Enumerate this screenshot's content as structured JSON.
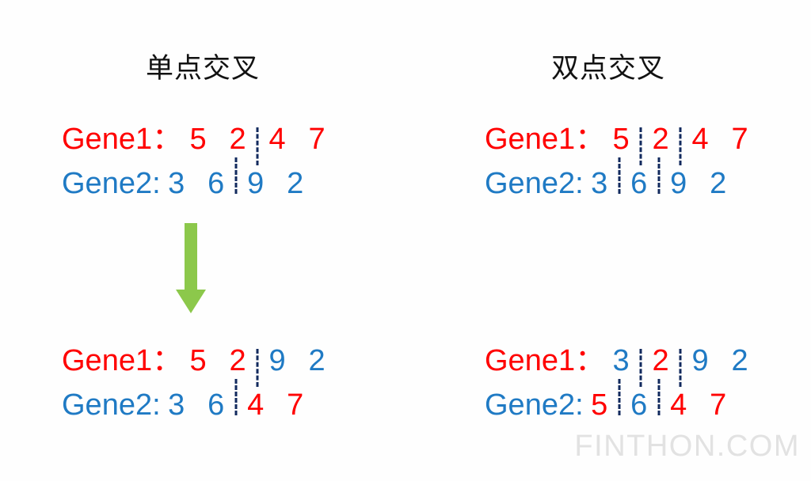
{
  "figure": {
    "background_color": "#fefefe",
    "colors": {
      "red": "#ff0000",
      "blue": "#1f7ac4",
      "arrow_green": "#8cc84b",
      "cut_line": "#122a5e",
      "title": "#121212",
      "watermark": "#e2e2e2"
    },
    "watermark": "FINTHON.COM"
  },
  "panels": [
    {
      "id": "single-point-crossover",
      "title": "单点交叉",
      "arrow_icon": "down-arrow-icon",
      "parents": {
        "rows": [
          {
            "label": "Gene1：",
            "label_color": "red",
            "cells": [
              {
                "value": "5",
                "color": "red"
              },
              {
                "value": "2",
                "color": "red"
              },
              {
                "value": "4",
                "color": "red"
              },
              {
                "value": "7",
                "color": "red"
              }
            ],
            "cut_after": [
              2
            ]
          },
          {
            "label": "Gene2:",
            "label_color": "blue",
            "cells": [
              {
                "value": "3",
                "color": "blue"
              },
              {
                "value": "6",
                "color": "blue"
              },
              {
                "value": "9",
                "color": "blue"
              },
              {
                "value": "2",
                "color": "blue"
              }
            ],
            "cut_after": [
              2
            ]
          }
        ]
      },
      "offspring": {
        "rows": [
          {
            "label": "Gene1：",
            "label_color": "red",
            "cells": [
              {
                "value": "5",
                "color": "red"
              },
              {
                "value": "2",
                "color": "red"
              },
              {
                "value": "9",
                "color": "blue"
              },
              {
                "value": "2",
                "color": "blue"
              }
            ],
            "cut_after": [
              2
            ]
          },
          {
            "label": "Gene2:",
            "label_color": "blue",
            "cells": [
              {
                "value": "3",
                "color": "blue"
              },
              {
                "value": "6",
                "color": "blue"
              },
              {
                "value": "4",
                "color": "red"
              },
              {
                "value": "7",
                "color": "red"
              }
            ],
            "cut_after": [
              2
            ]
          }
        ]
      }
    },
    {
      "id": "two-point-crossover",
      "title": "双点交叉",
      "arrow_icon": "down-arrow-icon",
      "parents": {
        "rows": [
          {
            "label": "Gene1：",
            "label_color": "red",
            "cells": [
              {
                "value": "5",
                "color": "red"
              },
              {
                "value": "2",
                "color": "red"
              },
              {
                "value": "4",
                "color": "red"
              },
              {
                "value": "7",
                "color": "red"
              }
            ],
            "cut_after": [
              1,
              2
            ]
          },
          {
            "label": "Gene2:",
            "label_color": "blue",
            "cells": [
              {
                "value": "3",
                "color": "blue"
              },
              {
                "value": "6",
                "color": "blue"
              },
              {
                "value": "9",
                "color": "blue"
              },
              {
                "value": "2",
                "color": "blue"
              }
            ],
            "cut_after": [
              1,
              2
            ]
          }
        ]
      },
      "offspring": {
        "rows": [
          {
            "label": "Gene1：",
            "label_color": "red",
            "cells": [
              {
                "value": "3",
                "color": "blue"
              },
              {
                "value": "2",
                "color": "red"
              },
              {
                "value": "9",
                "color": "blue"
              },
              {
                "value": "2",
                "color": "blue"
              }
            ],
            "cut_after": [
              1,
              2
            ]
          },
          {
            "label": "Gene2:",
            "label_color": "blue",
            "cells": [
              {
                "value": "5",
                "color": "red"
              },
              {
                "value": "6",
                "color": "blue"
              },
              {
                "value": "4",
                "color": "red"
              },
              {
                "value": "7",
                "color": "red"
              }
            ],
            "cut_after": [
              1,
              2
            ]
          }
        ]
      }
    }
  ]
}
